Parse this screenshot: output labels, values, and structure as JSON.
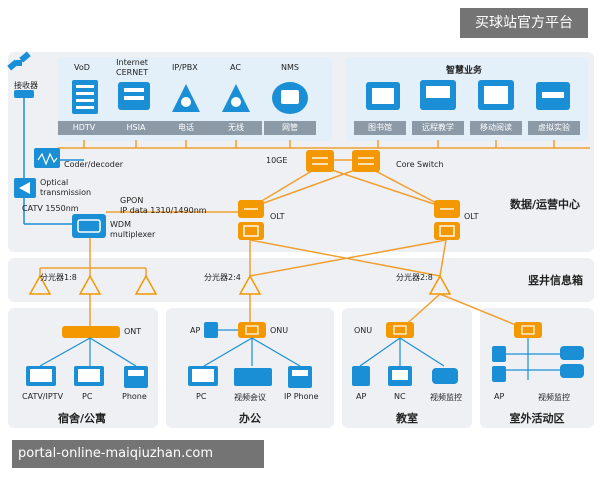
{
  "watermark_top": "买球站官方平台",
  "watermark_bottom": "portal-online-maiqiuzhan.com",
  "left_services": {
    "top_labels": [
      "VoD",
      "Internet\nCERNET",
      "IP/PBX",
      "AC",
      "NMS"
    ],
    "captions": [
      "HDTV",
      "HSIA",
      "电话",
      "无线",
      "网管"
    ]
  },
  "right_services": {
    "title": "智慧业务",
    "captions": [
      "图书馆",
      "远程教学",
      "移动阅读",
      "虚拟实验"
    ]
  },
  "receiver_label": "接收器",
  "codec_label": "Coder/decoder",
  "optical_label": "Optical\ntransmission",
  "ge_label": "10GE",
  "core_switch_label": "Core Switch",
  "catv_label": "CATV 1550nm",
  "gpon_label": "GPON",
  "ipdata_label": "IP data 1310/1490nm",
  "wdm_label": "WDM\nmultiplexer",
  "olt_label": "OLT",
  "datacenter_label": "数据/运营中心",
  "shaft_label": "竖井信息箱",
  "splitters": [
    "分光器1:8",
    "分光器2:4",
    "分光器2:8"
  ],
  "zones": {
    "dorm": {
      "title": "宿舍/公寓",
      "ont_label": "ONT",
      "devices": [
        "CATV/IPTV",
        "PC",
        "Phone"
      ]
    },
    "office": {
      "title": "办公",
      "ap_label": "AP",
      "onu_label": "ONU",
      "devices": [
        "PC",
        "视频会议",
        "IP Phone"
      ]
    },
    "classroom": {
      "title": "教室",
      "onu_label": "ONU",
      "devices": [
        "AP",
        "NC",
        "视频监控"
      ]
    },
    "outdoor": {
      "title": "室外活动区",
      "devices": [
        "AP",
        "视频监控"
      ]
    }
  },
  "colors": {
    "panel": "#eef0f3",
    "accent": "#f39800",
    "blue": "#1a8fd6",
    "line": "#f0a030",
    "panel_blue": "#e3f0fa"
  }
}
